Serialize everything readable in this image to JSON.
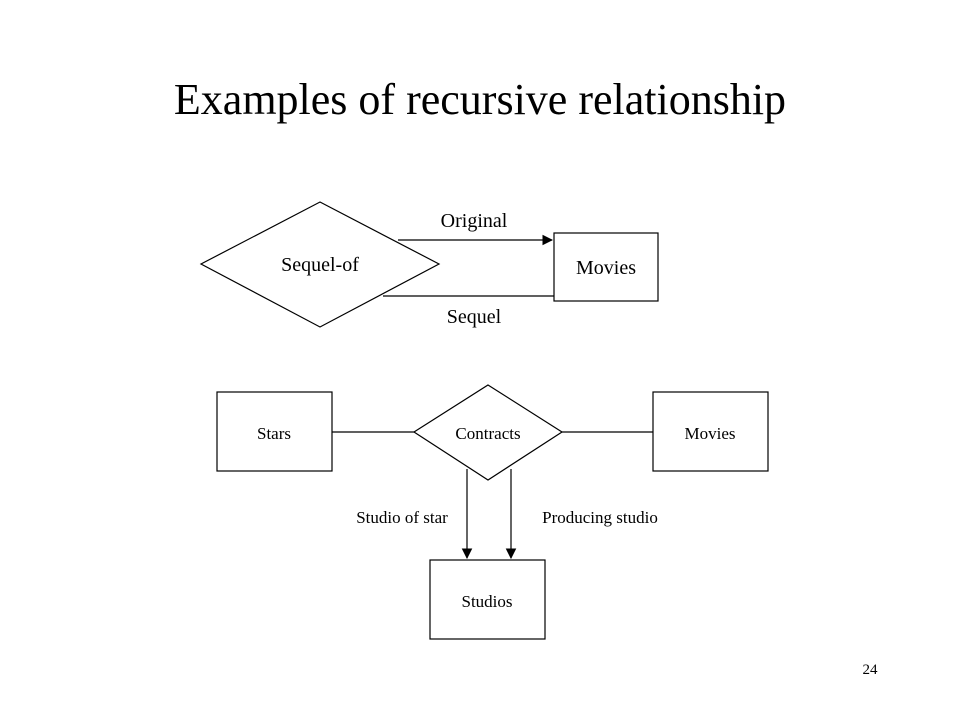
{
  "slide": {
    "title": "Examples of recursive relationship",
    "page_number": "24"
  },
  "diagram_top": {
    "relationship": "Sequel-of",
    "entity": "Movies",
    "role_upper": "Original",
    "role_lower": "Sequel"
  },
  "diagram_bottom": {
    "relationship": "Contracts",
    "entity_left": "Stars",
    "entity_right": "Movies",
    "entity_bottom": "Studios",
    "role_left": "Studio of star",
    "role_right": "Producing studio"
  }
}
